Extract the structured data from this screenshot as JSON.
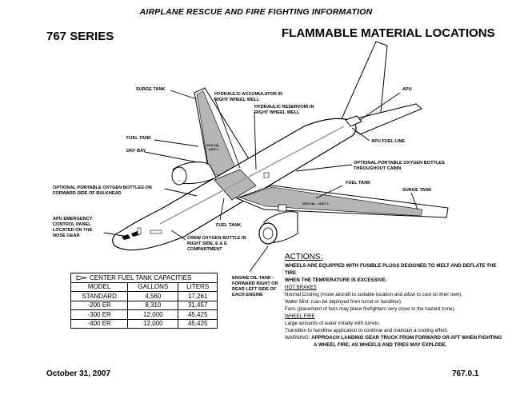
{
  "header": "AIRPLANE RESCUE AND FIRE FIGHTING INFORMATION",
  "series": "767 SERIES",
  "title": "FLAMMABLE MATERIAL LOCATIONS",
  "labels": {
    "surge_tank_left": "SURGE TANK",
    "hydraulic_accumulator_1": "HYDRAULIC ACCUMULATOR IN",
    "hydraulic_accumulator_2": "RIGHT WHEEL WELL",
    "hydraulic_reservoir_1": "HYDRAULIC RESERVOIR IN",
    "hydraulic_reservoir_2": "RIGHT WHEEL WELL",
    "apu": "APU",
    "apu_fuel_line": "APU FUEL LINE",
    "fuel_tank_left": "FUEL TANK",
    "dry_bay": "DRY BAY",
    "oxy_cabin_1": "OPTIONAL PORTABLE OXYGEN BOTTLES",
    "oxy_cabin_2": "THROUGHOUT CABIN",
    "oxy_bulkhead_1": "OPTIONAL PORTABLE OXYGEN BOTTLES ON",
    "oxy_bulkhead_2": "FORWARD SIDE OF BULKHEAD",
    "fuel_tank_right": "FUEL TANK",
    "surge_tank_right": "SURGE TANK",
    "apu_panel_1": "APU EMERGENCY",
    "apu_panel_2": "CONTROL PANEL",
    "apu_panel_3": "LOCATED ON THE",
    "apu_panel_4": "NOSE GEAR",
    "fuel_tank_center": "FUEL TANK",
    "crew_oxy_1": "CREW OXYGEN BOTTLE IN",
    "crew_oxy_2": "RIGHT SIDE, E & E",
    "crew_oxy_3": "COMPARTMENT",
    "engine_oil_1": "ENGINE OIL TANK -",
    "engine_oil_2": "FORWARD RIGHT OR",
    "engine_oil_3": "REAR LEFT SIDE OF",
    "engine_oil_4": "EACH ENGINE",
    "left_tank_gal_1": "6570 GAL",
    "left_tank_gal_2": "22877 L",
    "right_tank_gal": "6570 GAL - 22877 L"
  },
  "actions": {
    "heading": "ACTIONS:",
    "intro_1": "WHEELS ARE EQUIPPED WITH FUSIBLE PLUGS DESIGNED TO MELT AND DEFLATE THE TIRE",
    "intro_2": "WHEN THE TEMPERATURE IS EXCESSIVE.",
    "hot_brakes": "HOT BRAKES",
    "hb_1": "Normal Cooling (move aircraft to suitable location and allow to cool on their own).",
    "hb_2": "Water Mist:  (can be deployed from turret or handline).",
    "hb_3": "Fans (placement of fans may place firefighters very close to the hazard zone).",
    "wheel_fire": "WHEEL FIRE",
    "wf_1": "Large amounts of water initially with turrets.",
    "wf_2": "Transition to handline application to continue and maintain a cooling effect.",
    "warning_label": "WARNING: ",
    "warning_1": "APPROACH LANDING GEAR TRUCK FROM FORWARD OR AFT WHEN FIGHTING",
    "warning_2": "A WHEEL FIRE, AS WHEELS AND TIRES MAY EXPLODE."
  },
  "capacity_table": {
    "title": "CENTER FUEL TANK CAPACITIES",
    "columns": [
      "MODEL",
      "GALLONS",
      "LITERS"
    ],
    "rows": [
      [
        "STANDARD",
        "4,560",
        "17,261"
      ],
      [
        "-200 ER",
        "8,310",
        "31,457"
      ],
      [
        "-300 ER",
        "12,000",
        "45,425"
      ],
      [
        "-400 ER",
        "12,000",
        "45,425"
      ]
    ]
  },
  "footer": {
    "date": "October 31, 2007",
    "page": "767.0.1"
  },
  "colors": {
    "tank_fill": "#b5b5b5",
    "airframe_fill": "#ffffff",
    "line": "#000000"
  }
}
